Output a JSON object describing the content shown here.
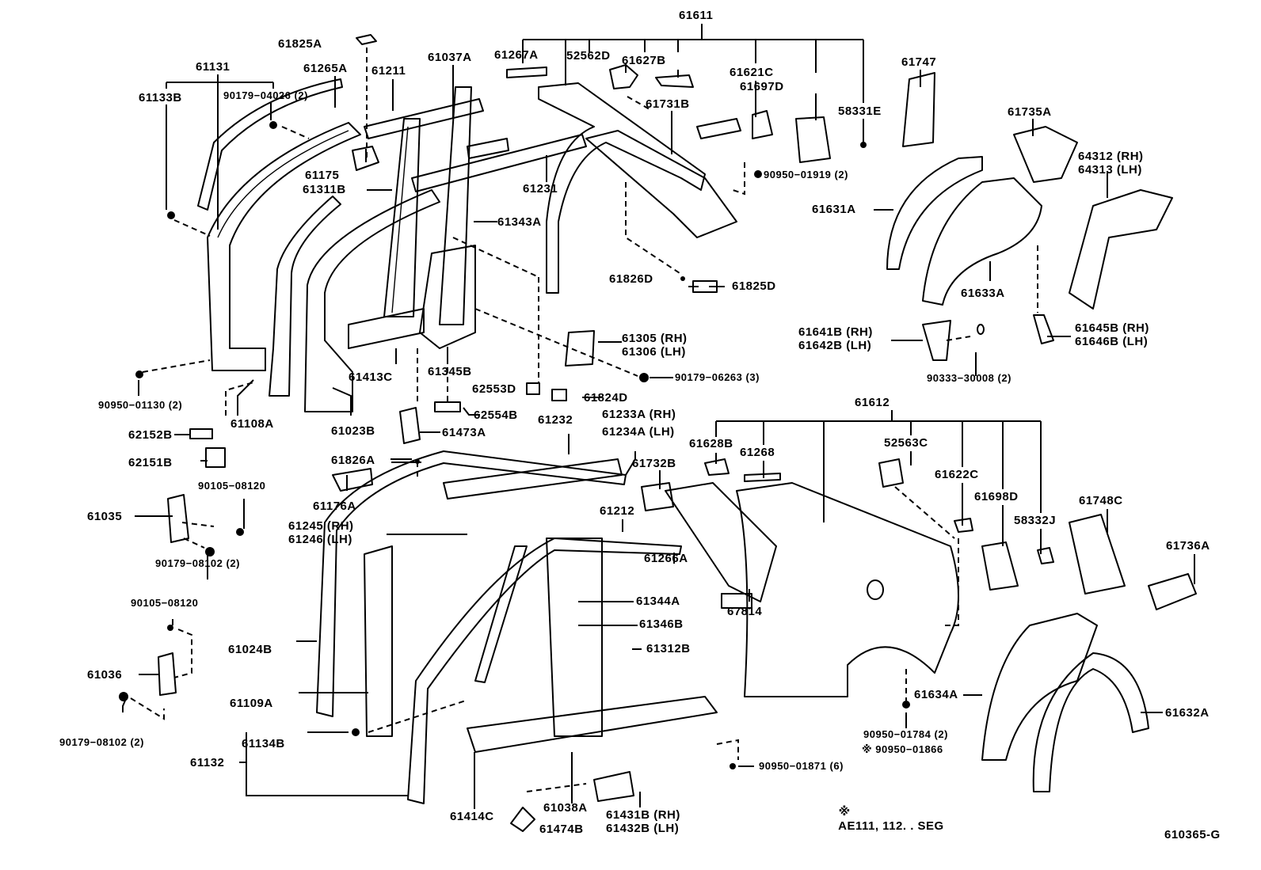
{
  "diagram": {
    "type": "exploded-parts-diagram",
    "subject": "Side member / quarter panel body parts",
    "diagram_code": "610365-G",
    "footnote": {
      "symbol": "※",
      "text": "AE111, 112. . SEG"
    }
  },
  "labels": {
    "p61611": "61611",
    "p61825A": "61825A",
    "p61131": "61131",
    "p61265A": "61265A",
    "p61211": "61211",
    "p61037A": "61037A",
    "p61267A": "61267A",
    "p52562D": "52562D",
    "p61627B": "61627B",
    "p61621C": "61621C",
    "p61697D": "61697D",
    "p58331E": "58331E",
    "p61747": "61747",
    "p61735A": "61735A",
    "p64312": "64312 (RH)\n64313 (LH)",
    "p61133B": "61133B",
    "p90179_04026": "90179−04026 (2)",
    "p61731B": "61731B",
    "p61175": "61175",
    "p61311B": "61311B",
    "p61231": "61231",
    "p90950_01919": "90950−01919 (2)",
    "p61631A": "61631A",
    "p61343A": "61343A",
    "p61633A": "61633A",
    "p61826D": "61826D",
    "p61825D": "61825D",
    "p61641B": "61641B (RH)\n61642B (LH)",
    "p61645B": "61645B (RH)\n61646B (LH)",
    "p61305": "61305 (RH)\n61306 (LH)",
    "p90333_30008": "90333−30008 (2)",
    "p61413C": "61413C",
    "p61345B": "61345B",
    "p90179_06263": "90179−06263 (3)",
    "p90950_01130": "90950−01130 (2)",
    "p62553D": "62553D",
    "p61824D": "61824D",
    "p61108A": "61108A",
    "p61023B": "61023B",
    "p62554B": "62554B",
    "p61612": "61612",
    "p62152B": "62152B",
    "p61473A": "61473A",
    "p61232": "61232",
    "p61233A": "61233A (RH)\n61234A (LH)",
    "p52563C": "52563C",
    "p61628B": "61628B",
    "p61268": "61268",
    "p62151B": "62151B",
    "p61826A": "61826A",
    "p61732B": "61732B",
    "p61622C": "61622C",
    "p61698D": "61698D",
    "p61748C": "61748C",
    "p90105_08120_a": "90105−08120",
    "p61176A": "61176A",
    "p58332J": "58332J",
    "p61736A": "61736A",
    "p61035": "61035",
    "p61212": "61212",
    "p61245": "61245 (RH)\n61246 (LH)",
    "p61266A": "61266A",
    "p90179_08102_a": "90179−08102 (2)",
    "p90105_08120_b": "90105−08120",
    "p61344A": "61344A",
    "p67814": "67814",
    "p61346B": "61346B",
    "p61024B": "61024B",
    "p61312B": "61312B",
    "p61036": "61036",
    "p61634A": "61634A",
    "p61632A": "61632A",
    "p61109A": "61109A",
    "p90179_08102_b": "90179−08102 (2)",
    "p61134B": "61134B",
    "p90950_01784": "90950−01784 (2)",
    "p90950_01866": "※ 90950−01866",
    "p61132": "61132",
    "p90950_01871": "90950−01871 (6)",
    "p61414C": "61414C",
    "p61038A": "61038A",
    "p61431B": "61431B (RH)\n61432B (LH)",
    "p61474B": "61474B"
  }
}
